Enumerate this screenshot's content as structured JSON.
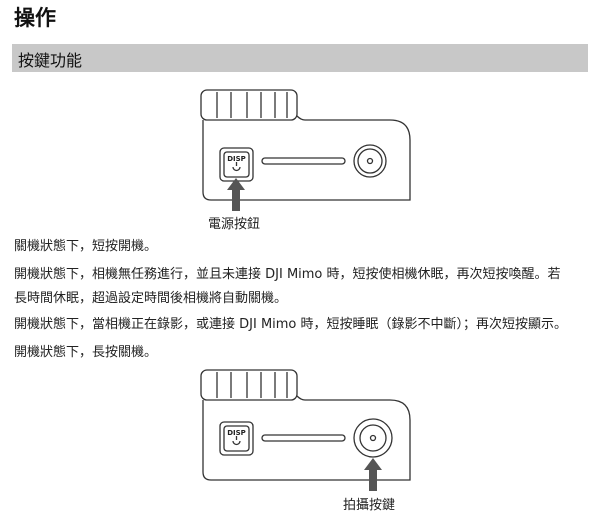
{
  "title": "操作",
  "section": "按鍵功能",
  "figure1": {
    "button_text": "DISP",
    "caption": "電源按鈕"
  },
  "figure2": {
    "button_text": "DISP",
    "caption": "拍攝按鍵"
  },
  "paragraphs": [
    "關機狀態下，短按開機。",
    "開機狀態下，相機無任務進行，並且未連接 DJI Mimo 時，短按使相機休眠，再次短按喚醒。若",
    "長時間休眠，超過設定時間後相機將自動關機。",
    "開機狀態下，當相機正在錄影，或連接 DJI Mimo 時，短按睡眠（錄影不中斷）；再次短按顯示。",
    "開機狀態下，長按關機。"
  ]
}
